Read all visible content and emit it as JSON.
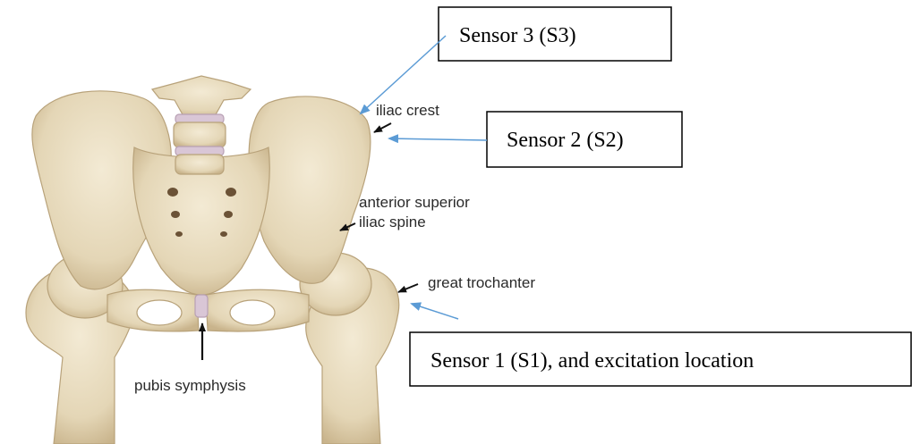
{
  "anatomy_labels": {
    "iliac_crest": "iliac crest",
    "asis_line1": "anterior superior",
    "asis_line2": "iliac spine",
    "great_trochanter": "great trochanter",
    "pubis_symphysis": "pubis symphysis"
  },
  "sensors": {
    "s3": "Sensor 3 (S3)",
    "s2": "Sensor 2 (S2)",
    "s1": "Sensor 1 (S1), and excitation location"
  },
  "colors": {
    "bone": "#e8dcc0",
    "bone_shadow": "#cbb994",
    "disc": "#d9c6d6",
    "sensor_arrow": "#5b9bd5",
    "label_arrow": "#111111"
  }
}
